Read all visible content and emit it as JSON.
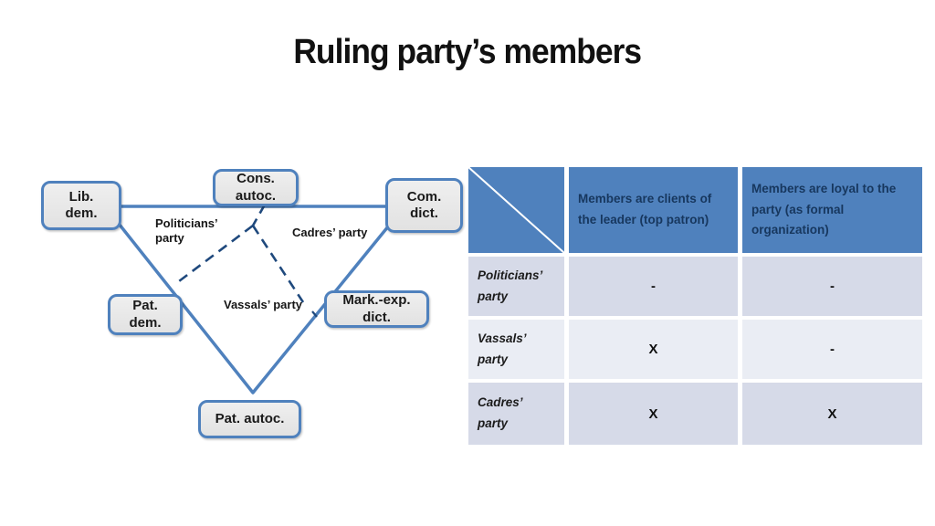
{
  "title": "Ruling party’s members",
  "colors": {
    "accent_blue": "#4f81bd",
    "dashed_navy": "#1f497d",
    "header_text_navy": "#17375e",
    "row_band_dark": "#d6dae8",
    "row_band_light": "#eaedf4",
    "node_fill_gray": "#e8e8e8",
    "text_black": "#111111"
  },
  "diagram": {
    "nodes": [
      {
        "id": "lib-dem",
        "label": "Lib.\ndem."
      },
      {
        "id": "cons-autoc",
        "label": "Cons.\nautoc."
      },
      {
        "id": "com-dict",
        "label": "Com.\ndict."
      },
      {
        "id": "pat-dem",
        "label": "Pat.\ndem."
      },
      {
        "id": "mark-exp-dict",
        "label": "Mark.-exp.\ndict."
      },
      {
        "id": "pat-autoc",
        "label": "Pat. autoc."
      }
    ],
    "edge_labels": [
      {
        "id": "politicians-party",
        "label": "Politicians’\nparty"
      },
      {
        "id": "cadres-party",
        "label": "Cadres’ party"
      },
      {
        "id": "vassals-party",
        "label": "Vassals’ party"
      }
    ]
  },
  "table": {
    "col_headers": [
      "Members are clients of the leader (top patron)",
      "Members are loyal to the party (as formal organization)"
    ],
    "rows": [
      {
        "label": "Politicians’\nparty",
        "values": [
          "-",
          "-"
        ]
      },
      {
        "label": "Vassals’\nparty",
        "values": [
          "X",
          "-"
        ]
      },
      {
        "label": "Cadres’\nparty",
        "values": [
          "X",
          "X"
        ]
      }
    ]
  }
}
